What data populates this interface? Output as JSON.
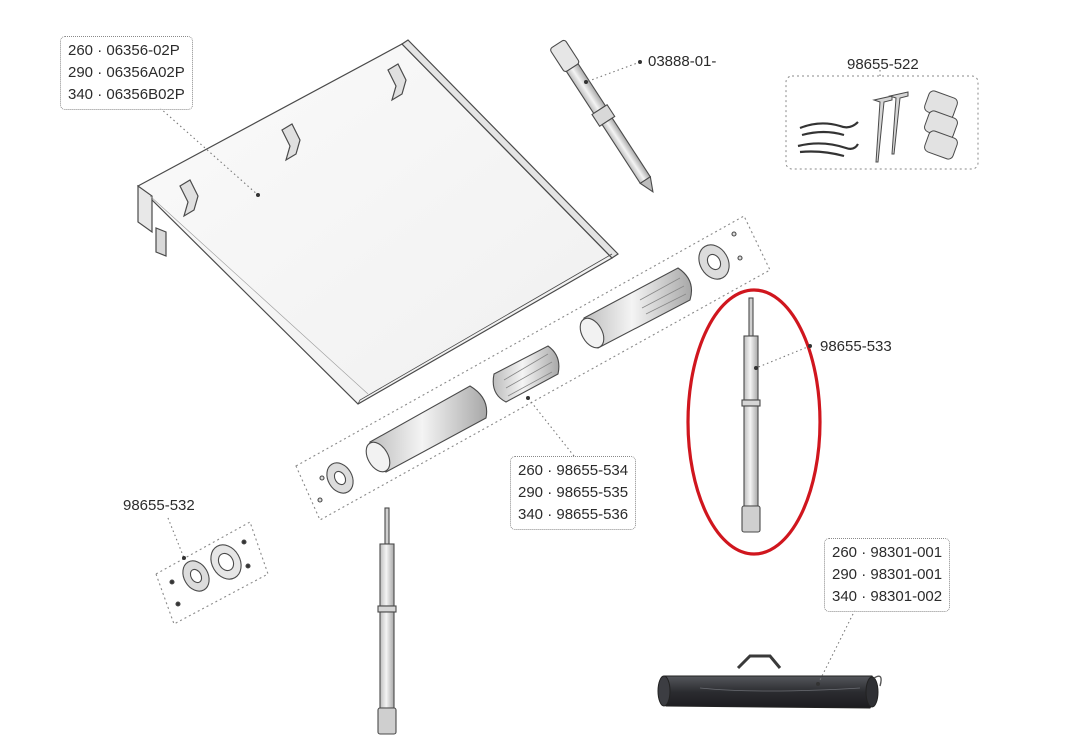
{
  "callouts": {
    "awning_panel": [
      "260 · 06356-02P",
      "290 · 06356A02P",
      "340 · 06356B02P"
    ],
    "roller_pole": "03888-01-",
    "accessory_kit": "98655-522",
    "roller_tube": [
      "260 · 98655-534",
      "290 · 98655-535",
      "340 · 98655-536"
    ],
    "support_leg": "98655-533",
    "end_cap_kit": "98655-532",
    "carry_bag": [
      "260 · 98301-001",
      "290 · 98301-001",
      "340 · 98301-002"
    ]
  },
  "highlight": {
    "target": "support_leg",
    "color": "#d0161e"
  },
  "colors": {
    "line": "#4a4a4a",
    "leader": "#7a7a7a",
    "bag": "#2a2b2e"
  }
}
